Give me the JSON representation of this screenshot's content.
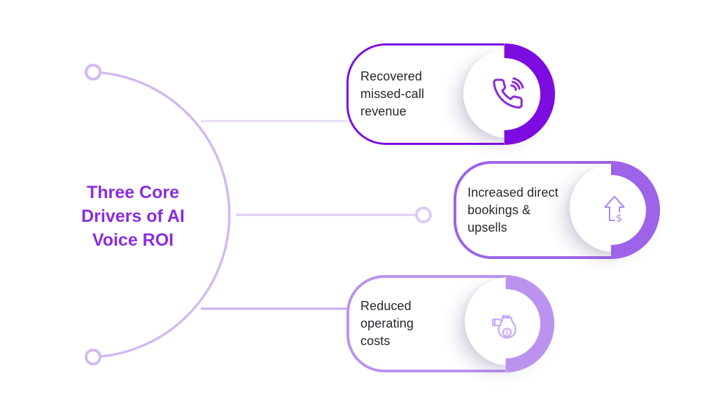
{
  "title": {
    "text": "Three Core Drivers of AI Voice ROI",
    "lines": [
      "Three Core",
      "Drivers of AI",
      "Voice ROI"
    ],
    "color": "#8a2be2"
  },
  "cards": [
    {
      "label": "Recovered missed-call revenue",
      "icon": "phone-call-icon",
      "accent": "#7d0ce0",
      "icon_color": "#8b2fd6"
    },
    {
      "label": "Increased direct bookings & upsells",
      "icon": "arrow-up-dollar-icon",
      "accent": "#9d63e8",
      "icon_color": "#b286ec"
    },
    {
      "label": "Reduced operating costs",
      "icon": "money-bag-icon",
      "accent": "#bb93ef",
      "icon_color": "#c9a9f2"
    }
  ],
  "connectors": {
    "arc_color": "#d3b9f1",
    "line_top_color": "#e7dcf8",
    "line_middle_color": "#ddcbf5",
    "line_bottom_color": "#cbadee"
  },
  "glyphs": {
    "dollar": "$"
  },
  "background": "#ffffff",
  "label_color": "#25262e"
}
